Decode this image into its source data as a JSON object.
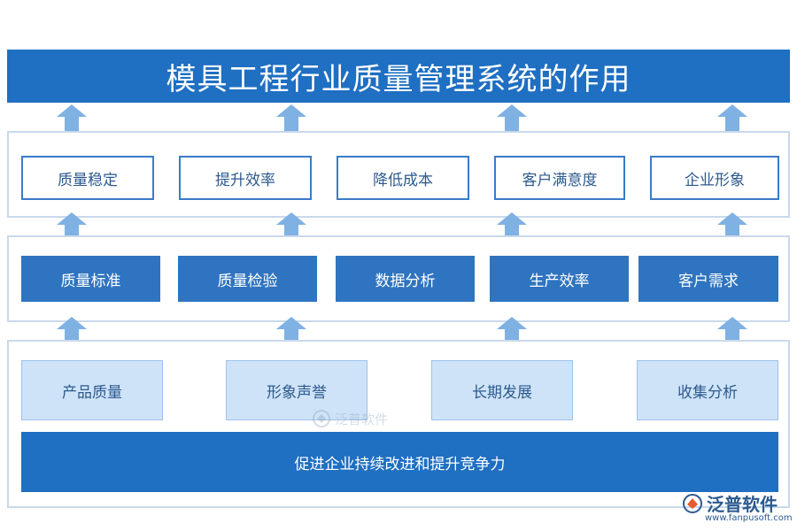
{
  "title": "模具工程行业质量管理系统的作用",
  "top_row": [
    "质量稳定",
    "提升效率",
    "降低成本",
    "客户满意度",
    "企业形象"
  ],
  "middle_row": [
    "质量标准",
    "质量检验",
    "数据分析",
    "生产效率",
    "客户需求"
  ],
  "bottom_row": [
    "产品质量",
    "形象声誉",
    "长期发展",
    "收集分析"
  ],
  "bottom_banner": "促进企业持续改进和提升竞争力",
  "watermark": "泛普软件",
  "logo": {
    "name": "泛普软件",
    "url": "www.fanpusoft.com"
  },
  "colors": {
    "primary": "#1f6fc2",
    "box_solid": "#2f74c0",
    "box_light": "#cfe3f8",
    "arrow": "#7fb1e3",
    "panel_border": "#c9d9ec"
  }
}
